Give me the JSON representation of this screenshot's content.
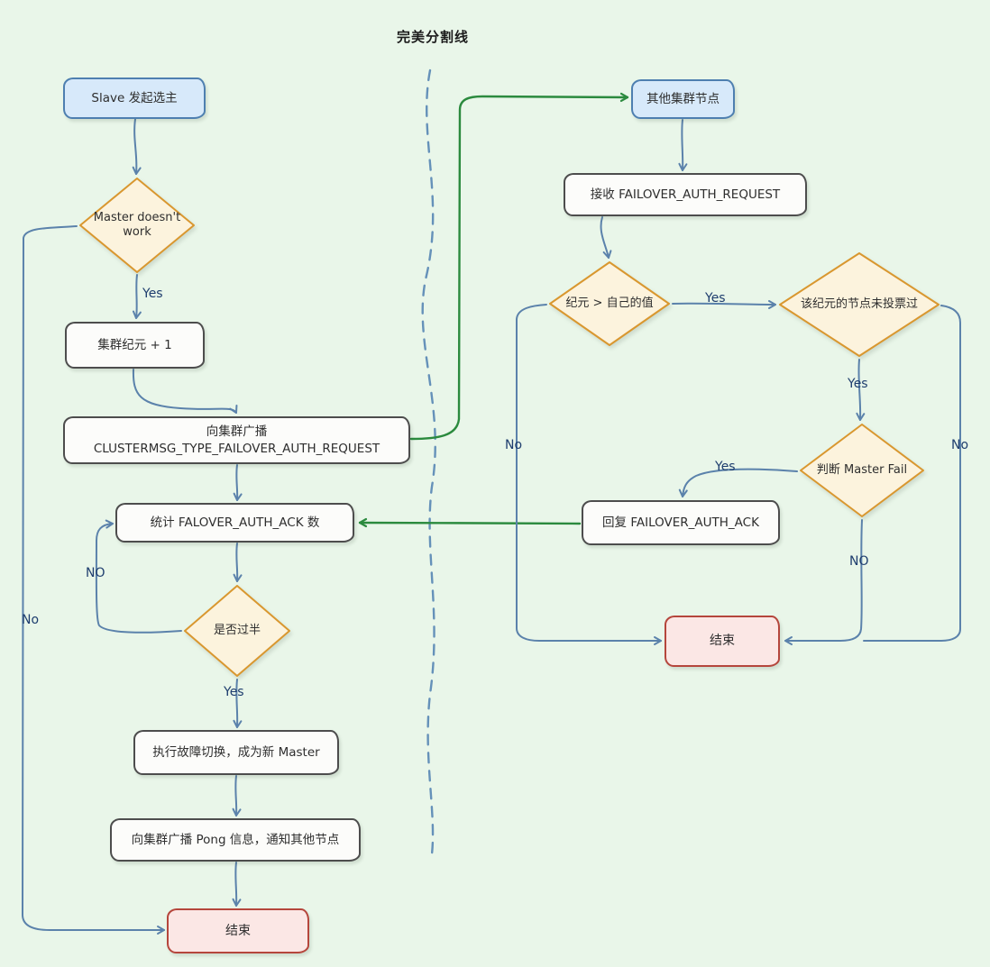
{
  "title": "完美分割线",
  "colors": {
    "background": "#e9f6e9",
    "arrow_blue": "#5b82ab",
    "arrow_green": "#2b8a3e",
    "diamond_stroke": "#d9972f",
    "diamond_fill": "#fcf3dd",
    "blue_node_fill": "#d7e9fa",
    "blue_node_stroke": "#4e7fb0",
    "gray_node_fill": "#fcfcfa",
    "gray_node_stroke": "#4d4d4d",
    "end_node_fill": "#fbe7e5",
    "end_node_stroke": "#b5463c"
  },
  "nodes": {
    "slave_start": {
      "label": "Slave 发起选主",
      "type": "start"
    },
    "master_doesnt_work": {
      "label": "Master doesn't work",
      "type": "decision"
    },
    "epoch_plus": {
      "label": "集群纪元 + 1",
      "type": "process"
    },
    "broadcast_request": {
      "label": "向集群广播\nCLUSTERMSG_TYPE_FAILOVER_AUTH_REQUEST",
      "type": "process"
    },
    "count_ack": {
      "label": "统计 FALOVER_AUTH_ACK 数",
      "type": "process"
    },
    "majority": {
      "label": "是否过半",
      "type": "decision"
    },
    "do_failover": {
      "label": "执行故障切换，成为新 Master",
      "type": "process"
    },
    "broadcast_pong": {
      "label": "向集群广播 Pong 信息，通知其他节点",
      "type": "process"
    },
    "end_left": {
      "label": "结束",
      "type": "end"
    },
    "other_nodes": {
      "label": "其他集群节点",
      "type": "start"
    },
    "receive_request": {
      "label": "接收 FAILOVER_AUTH_REQUEST",
      "type": "process"
    },
    "epoch_greater": {
      "label": "纪元 > 自己的值",
      "type": "decision"
    },
    "not_voted": {
      "label": "该纪元的节点未投票过",
      "type": "decision"
    },
    "judge_master_fail": {
      "label": "判断 Master Fail",
      "type": "decision"
    },
    "reply_ack": {
      "label": "回复 FAILOVER_AUTH_ACK",
      "type": "process"
    },
    "end_right": {
      "label": "结束",
      "type": "end"
    }
  },
  "edge_labels": {
    "master_work_yes": "Yes",
    "master_work_no": "No",
    "majority_no": "NO",
    "majority_yes": "Yes",
    "epoch_yes": "Yes",
    "epoch_no": "No",
    "not_voted_yes": "Yes",
    "not_voted_no": "No",
    "master_fail_yes": "Yes",
    "master_fail_no": "NO"
  }
}
